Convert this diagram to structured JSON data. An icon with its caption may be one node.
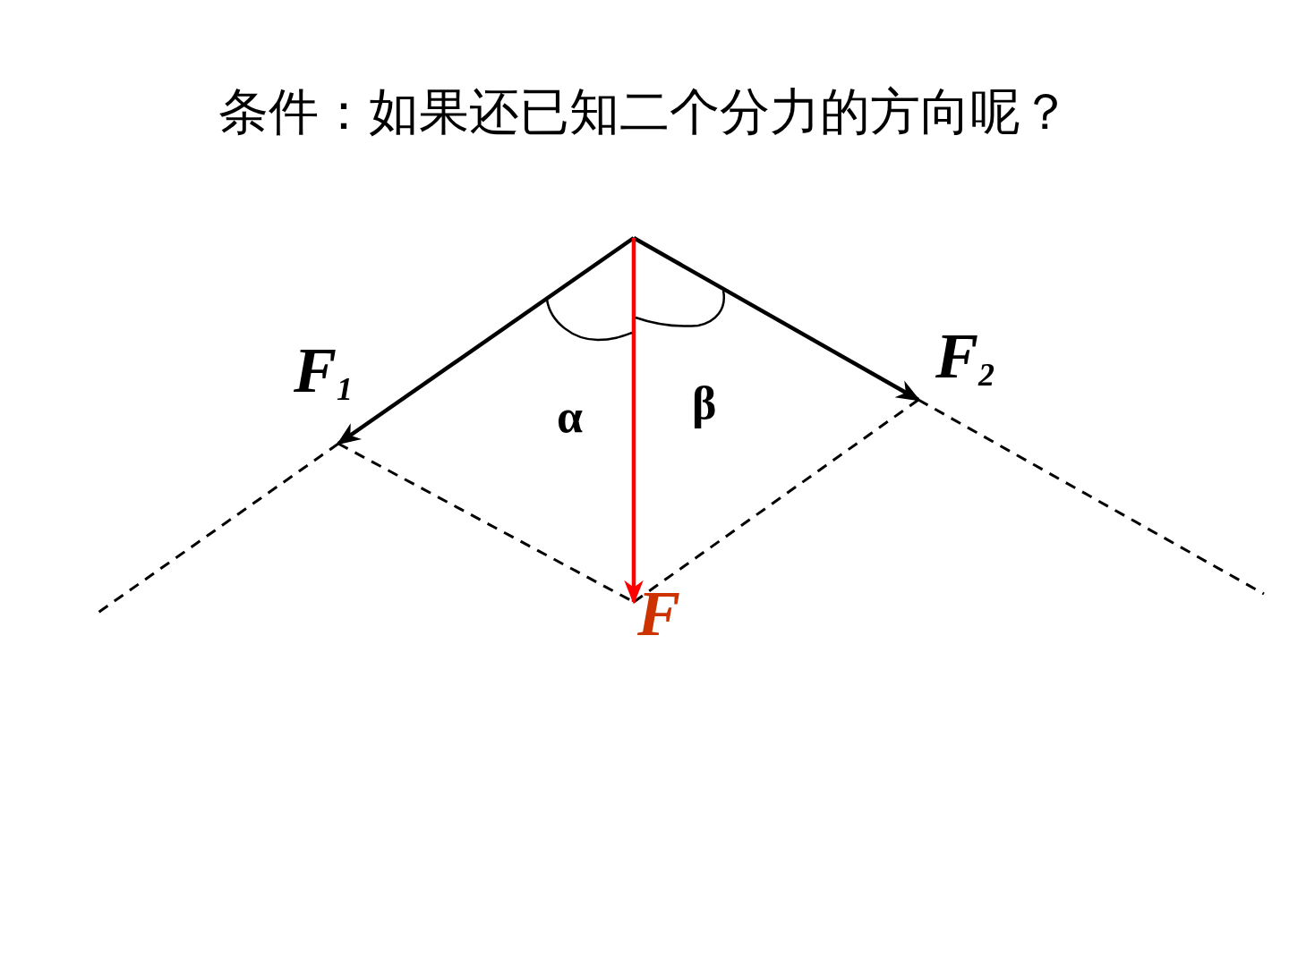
{
  "diagram": {
    "title": "条件：如果还已知二个分力的方向呢？",
    "labels": [
      "F$_{1}$",
      "F$_{2}$",
      "α",
      "β",
      "F"
    ]
  }
}
